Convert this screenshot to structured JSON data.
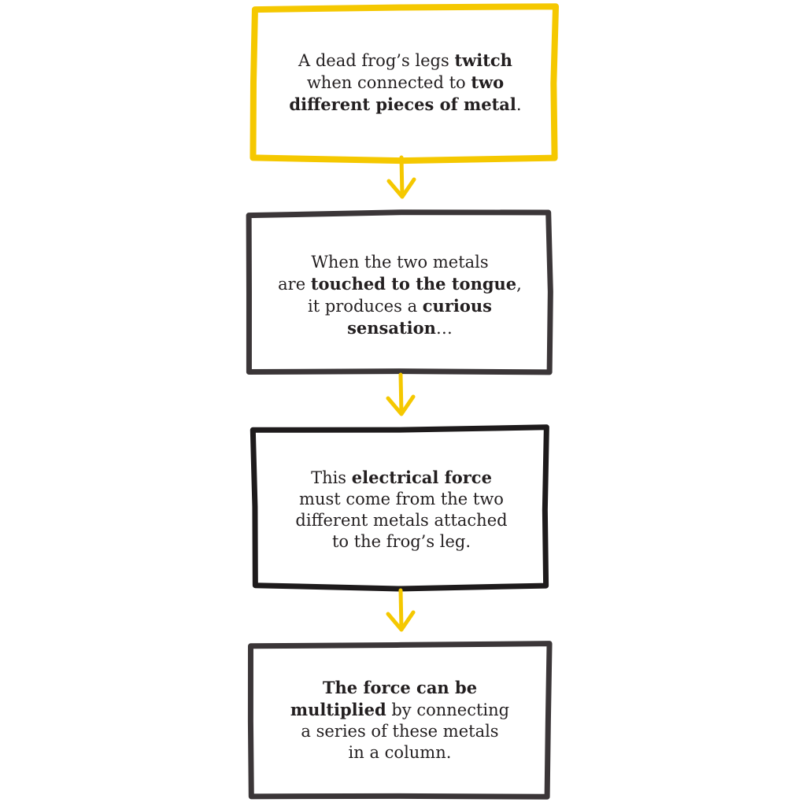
{
  "colors": {
    "yellow": "#f5c800",
    "dark": "#3b3638",
    "black": "#1e1b1c",
    "text": "#231f20"
  },
  "boxes": [
    {
      "border": "yellow",
      "lines": [
        [
          {
            "t": "A dead frog’s legs ",
            "b": false
          },
          {
            "t": "twitch",
            "b": true
          }
        ],
        [
          {
            "t": "when connected to ",
            "b": false
          },
          {
            "t": "two",
            "b": true
          }
        ],
        [
          {
            "t": "different pieces of metal",
            "b": true
          },
          {
            "t": ".",
            "b": false
          }
        ]
      ]
    },
    {
      "border": "dark",
      "lines": [
        [
          {
            "t": "When the two metals",
            "b": false
          }
        ],
        [
          {
            "t": "are ",
            "b": false
          },
          {
            "t": "touched to the tongue",
            "b": true
          },
          {
            "t": ",",
            "b": false
          }
        ],
        [
          {
            "t": "it produces a ",
            "b": false
          },
          {
            "t": "curious",
            "b": true
          }
        ],
        [
          {
            "t": "sensation",
            "b": true
          },
          {
            "t": "…",
            "b": false
          }
        ]
      ]
    },
    {
      "border": "black",
      "lines": [
        [
          {
            "t": "This ",
            "b": false
          },
          {
            "t": "electrical force",
            "b": true
          }
        ],
        [
          {
            "t": "must come from the two",
            "b": false
          }
        ],
        [
          {
            "t": "different metals attached",
            "b": false
          }
        ],
        [
          {
            "t": "to the frog’s leg.",
            "b": false
          }
        ]
      ]
    },
    {
      "border": "dark",
      "lines": [
        [
          {
            "t": "The force can be",
            "b": true
          }
        ],
        [
          {
            "t": "multiplied",
            "b": true
          },
          {
            "t": " by connecting",
            "b": false
          }
        ],
        [
          {
            "t": "a series of these metals",
            "b": false
          }
        ],
        [
          {
            "t": "in a column.",
            "b": false
          }
        ]
      ]
    }
  ],
  "arrows": [
    {
      "color": "yellow"
    },
    {
      "color": "yellow"
    },
    {
      "color": "yellow"
    }
  ]
}
